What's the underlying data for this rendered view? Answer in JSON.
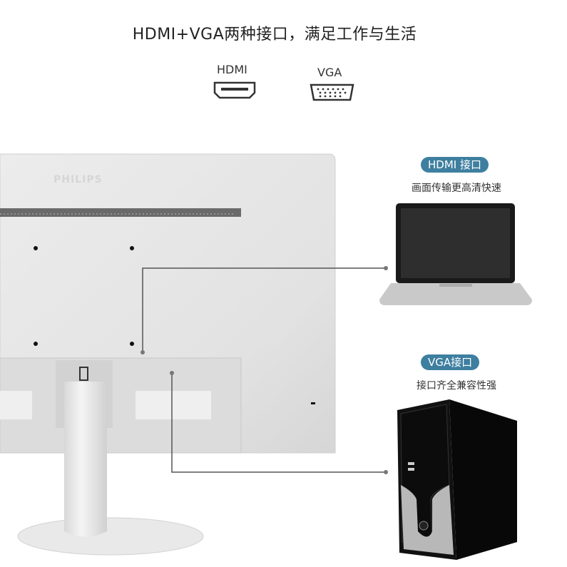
{
  "title": "HDMI+VGA两种接口，满足工作与生活",
  "ports": [
    {
      "label": "HDMI",
      "icon": "hdmi-port-icon"
    },
    {
      "label": "VGA",
      "icon": "vga-port-icon"
    }
  ],
  "monitor": {
    "brand": "PHILIPS"
  },
  "callouts": [
    {
      "badge": "HDMI 接口",
      "description": "画面传输更高清快速",
      "device": "laptop"
    },
    {
      "badge": "VGA接口",
      "description": "接口齐全兼容性强",
      "device": "desktop-tower"
    }
  ],
  "colors": {
    "badge": "#3e7fa0",
    "monitor": "#e6e6e6"
  }
}
